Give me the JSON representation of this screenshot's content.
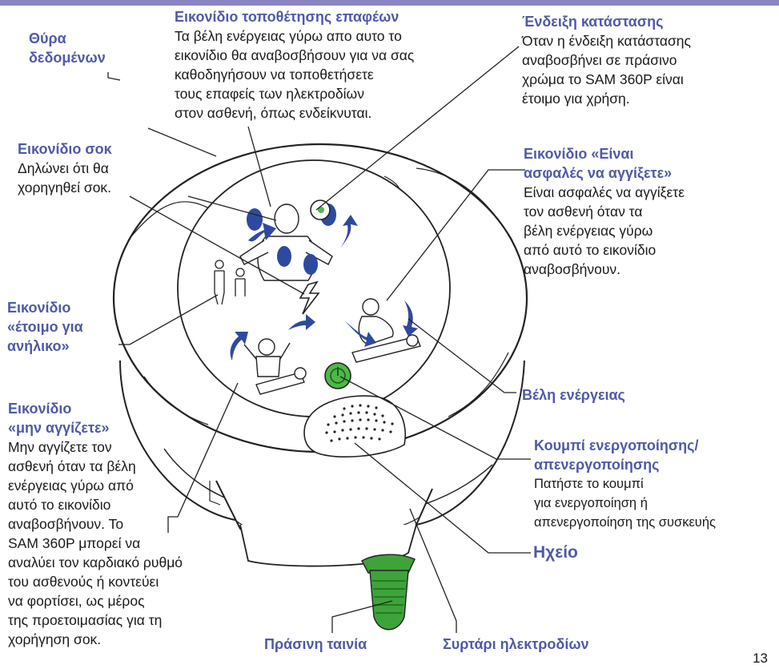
{
  "colors": {
    "title": "#4f5aa6",
    "arrow_fill": "#2e4aa0",
    "pad_fill": "#2e4aa0",
    "button_green": "#4db848",
    "tab_green": "#3da33a",
    "status_light": "#4db848",
    "header_bar": "#8a86c4"
  },
  "labels": {
    "data_port": {
      "title": "Θύρα\nδεδομένων"
    },
    "pad_placement_icon": {
      "title": "Εικονίδιο τοποθέτησης επαφέων",
      "text": "Τα βέλη ενέργειας γύρω απο αυτο το\nεικονίδιο θα αναβοσβήσουν για να σας\nκαθοδηγήσουν να τοποθετήσετε\nτους επαφείς των ηλεκτροδίων\nστον ασθενή, όπως ενδείκνυται."
    },
    "status_indicator": {
      "title": "Ένδειξη κατάστασης",
      "text": "Όταν η ένδειξη κατάστασης\nαναβοσβήνει σε πράσινο\nχρώμα το SAM 360P είναι\nέτοιμο για χρήση."
    },
    "shock_icon": {
      "title": "Εικονίδιο σοκ",
      "text": "Δηλώνει ότι θα\nχορηγηθεί σοκ."
    },
    "safe_to_touch_icon": {
      "title": "Εικονίδιο «Είναι\nασφαλές να αγγίξετε»",
      "text": "Είναι ασφαλές να αγγίξετε\nτον ασθενή όταν τα\nβέλη ενέργειας γύρω\nαπό αυτό το εικονίδιο\nαναβοσβήνουν."
    },
    "adult_ready_icon": {
      "title": "Εικονίδιο\n«έτοιμο για\nανήλικο»"
    },
    "do_not_touch_icon": {
      "title": "Εικονίδιο\n«μην αγγίζετε»",
      "text": "Μην αγγίζετε τον\nασθενή όταν τα βέλη\nενέργειας γύρω από\n αυτό το εικονίδιο\nαναβοσβήνουν. Το\nSAM 360P μπορεί να\nαναλύει τον καρδιακό ρυθμό\nτου ασθενούς ή κοντεύει\nνα φορτίσει, ως μέρος\nτης προετοιμασίας για τη\nχορήγηση σοκ."
    },
    "action_arrows": {
      "title": "Βέλη ενέργειας"
    },
    "on_off_button": {
      "title": "Κουμπί ενεργοποίησης/\nαπενεργοποίησης",
      "text": "Πατήστε το κουμπί\nγια ενεργοποίηση ή\nαπενεργοποίηση της συσκευής"
    },
    "speaker": {
      "title": "Ηχείο"
    },
    "green_tab": {
      "title": "Πράσινη ταινία"
    },
    "electrode_drawer": {
      "title": "Συρτάρι ηλεκτροδίων"
    }
  },
  "page_number": "13"
}
